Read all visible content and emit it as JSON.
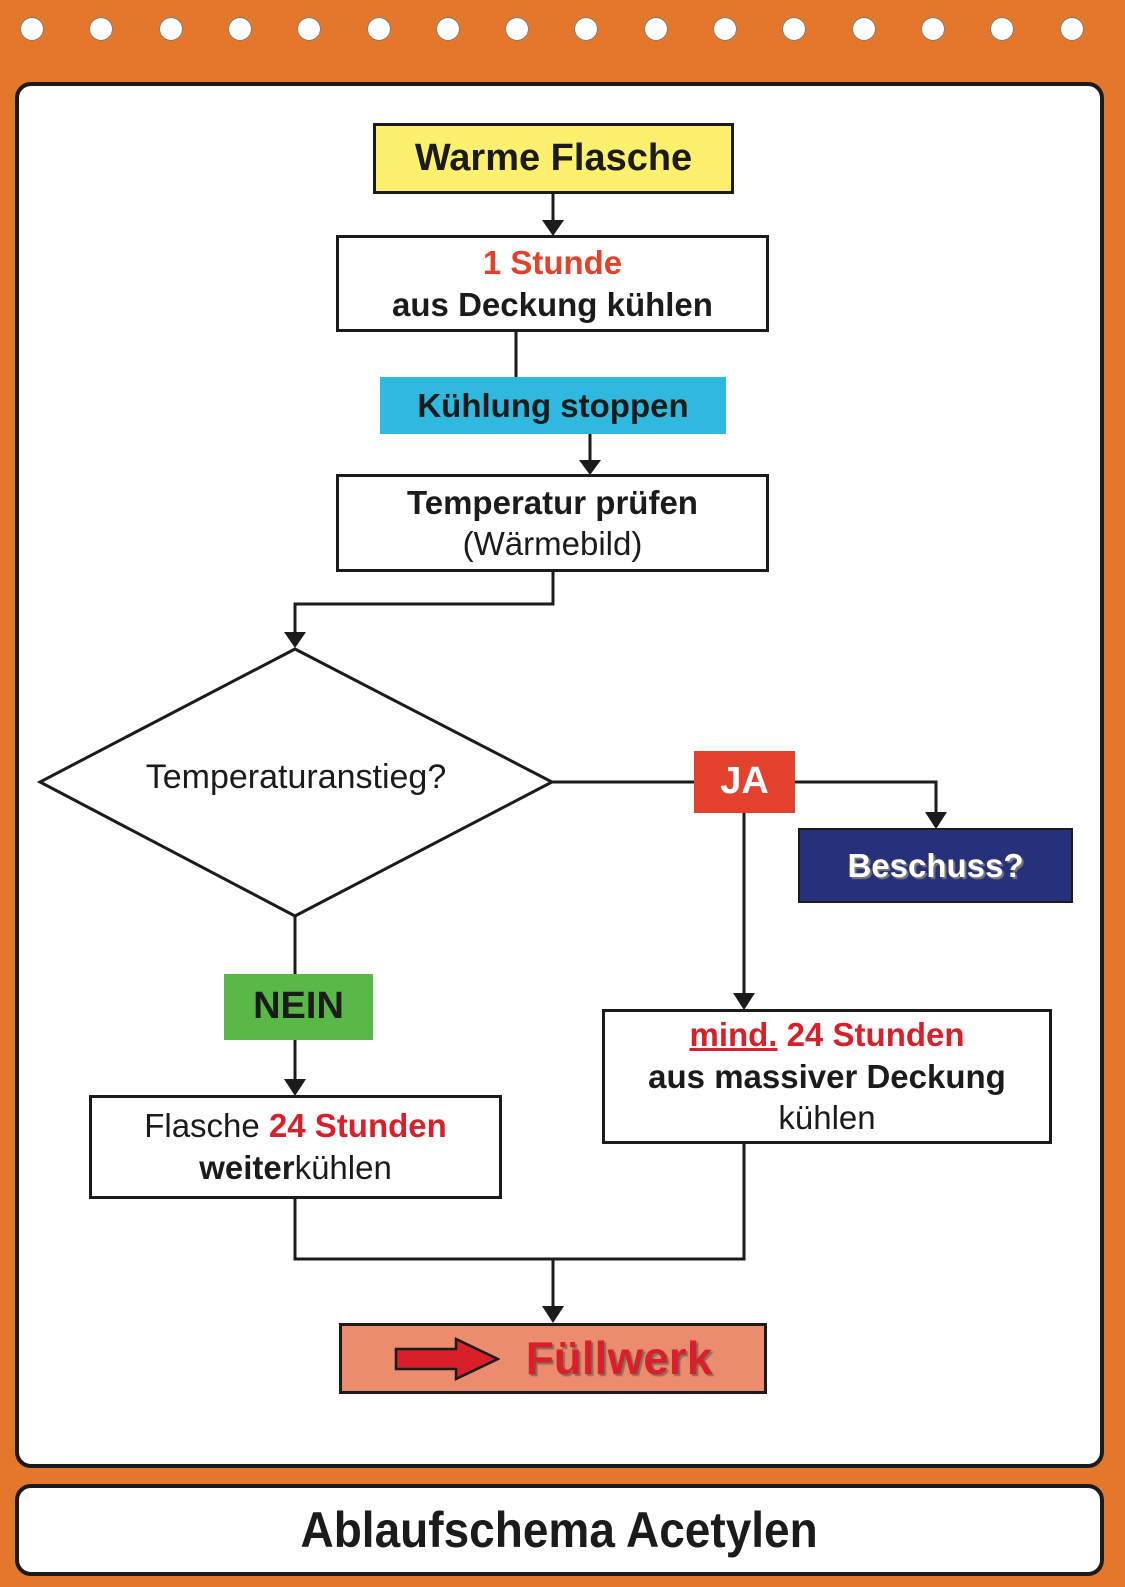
{
  "binder": {
    "hole_count": 16,
    "background_color": "#e3772b"
  },
  "flowchart": {
    "start": {
      "label": "Warme Flasche",
      "color": "#fdf06c"
    },
    "cool_one_hour": {
      "time": "1 Stunde",
      "text": "aus Deckung kühlen"
    },
    "stop_cooling": {
      "label": "Kühlung stoppen",
      "color": "#30b9df"
    },
    "check_temperature": {
      "title": "Temperatur prüfen",
      "subtitle": "(Wärmebild)"
    },
    "decision": {
      "question": "Temperaturanstieg?"
    },
    "yes_label": {
      "label": "JA",
      "color": "#e1412d"
    },
    "no_label": {
      "label": "NEIN",
      "color": "#58b848"
    },
    "bombardment": {
      "label": "Beschuss?",
      "color": "#27307a"
    },
    "yes_action": {
      "prefix": "mind.",
      "time": "24 Stunden",
      "line2": "aus massiver Deckung",
      "line3": "kühlen"
    },
    "no_action": {
      "prefix": "Flasche",
      "time": "24 Stunden",
      "bold": "weiter",
      "rest": "kühlen"
    },
    "end": {
      "label": "Füllwerk",
      "color": "#ea8c6d",
      "icon": "arrow-right-icon"
    }
  },
  "footer": {
    "title": "Ablaufschema Acetylen"
  }
}
